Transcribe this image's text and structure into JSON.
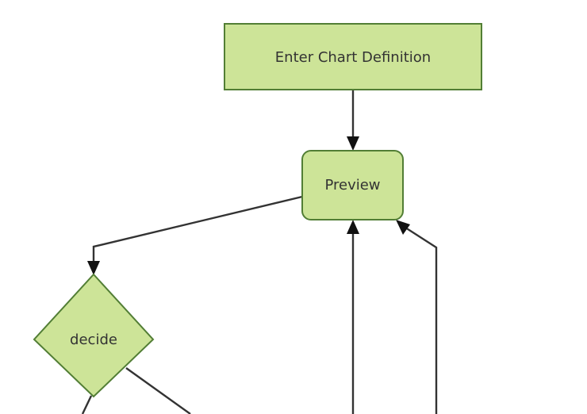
{
  "diagram": {
    "type": "flowchart",
    "title": "",
    "background_color": "#ffffff",
    "node_fill": "#cde498",
    "node_stroke": "#527e35",
    "edge_color": "#333333",
    "text_color": "#333333",
    "nodes": [
      {
        "id": "enter-chart-definition",
        "label": "Enter Chart Definition",
        "shape": "rectangle"
      },
      {
        "id": "preview",
        "label": "Preview",
        "shape": "rounded-rectangle"
      },
      {
        "id": "decide",
        "label": "decide",
        "shape": "diamond"
      }
    ],
    "edges": [
      {
        "from": "enter-chart-definition",
        "to": "preview",
        "label": ""
      },
      {
        "from": "preview",
        "to": "decide",
        "label": ""
      },
      {
        "from": "decide",
        "to": "off-screen-left",
        "label": ""
      },
      {
        "from": "decide",
        "to": "off-screen-right",
        "label": ""
      },
      {
        "from": "off-screen-bottom-center",
        "to": "preview",
        "label": ""
      },
      {
        "from": "off-screen-bottom-right",
        "to": "preview",
        "label": ""
      }
    ]
  }
}
